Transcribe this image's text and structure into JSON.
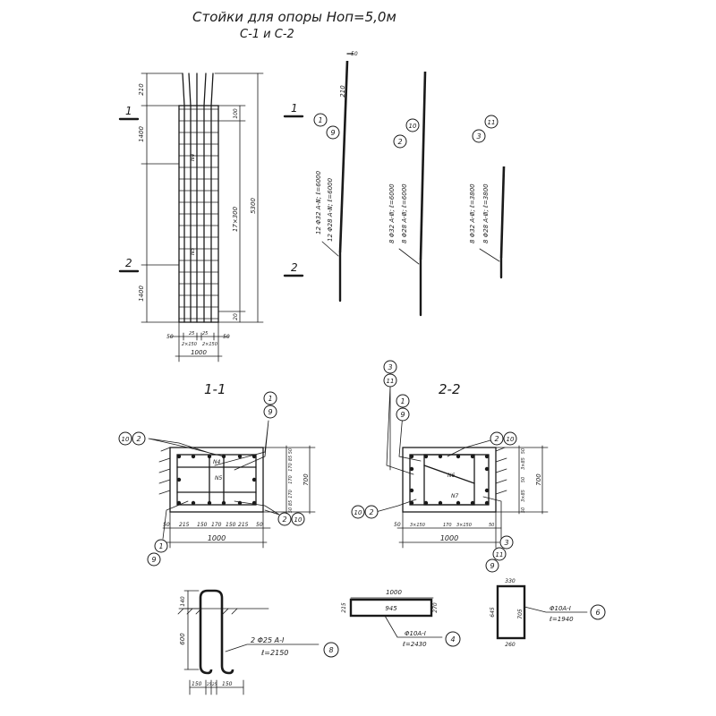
{
  "title": {
    "line1": "Стойки для опоры Hоп=5,0м",
    "line2": "С-1 и С-2"
  },
  "elevation": {
    "section_mark_1": "1",
    "section_mark_2": "2",
    "dim_top": "210",
    "dim_upper": "1400",
    "dim_lower": "1400",
    "dim_100_top": "100",
    "dim_total_inner": "17×300",
    "dim_total": "5300",
    "dim_bottom_20": "20",
    "bottom_dims": [
      "50",
      "25",
      "25",
      "50"
    ],
    "bottom_spacing": [
      "2×150",
      "2×150"
    ],
    "width": "1000",
    "mark_n4": "N4",
    "mark_n5": "N5"
  },
  "bar_schedules": [
    {
      "dim_top": "210",
      "dim_50": "50",
      "section_1": "1",
      "section_2": "2",
      "label_a": "12 Φ32 A-Ⅲ; ℓ=6000",
      "label_b": "12 Φ28 A-Ⅲ; ℓ=6000",
      "pos_a": "1",
      "pos_b": "9"
    },
    {
      "label_a": "8 Φ32 A-Ⅲ; ℓ=6000",
      "label_b": "8 Φ28 A-Ⅲ; ℓ=6000",
      "pos_a": "2",
      "pos_b": "10"
    },
    {
      "label_a": "8 Φ32 A-Ⅲ; ℓ=3800",
      "label_b": "8 Φ28 A-Ⅲ; ℓ=3800",
      "pos_a": "3",
      "pos_b": "11"
    }
  ],
  "section_1_1": {
    "title": "1-1",
    "marks_top_left": [
      "10",
      "2"
    ],
    "marks_top_right": [
      "1",
      "9"
    ],
    "marks_bottom_right": [
      "2",
      "10"
    ],
    "marks_bottom_left": [
      "9",
      "1"
    ],
    "n4": "N4",
    "n5": "N5",
    "right_dims": [
      "50",
      "85",
      "170",
      "170",
      "170",
      "85",
      "50"
    ],
    "right_total": "700",
    "bottom_dims": [
      "50",
      "215",
      "150",
      "170",
      "150",
      "215",
      "50"
    ],
    "width": "1000"
  },
  "section_2_2": {
    "title": "2-2",
    "marks_top_left": [
      "3",
      "11"
    ],
    "marks_top_left_2": [
      "1",
      "9"
    ],
    "marks_top_right": [
      "2",
      "10"
    ],
    "marks_left": [
      "10",
      "2"
    ],
    "marks_bottom_right": [
      "9",
      "11",
      "3"
    ],
    "n6": "N6",
    "n7": "N7",
    "right_dims": [
      "50",
      "3×85",
      "50",
      "3×85",
      "50"
    ],
    "right_total": "700",
    "bottom_dims": [
      "50",
      "3×150",
      "170",
      "3×150",
      "50"
    ],
    "width": "1000"
  },
  "details": {
    "hook": {
      "dim_140": "140",
      "dim_600": "600",
      "label_a": "2 Φ25 A-Ⅰ",
      "label_b": "ℓ=2150",
      "pos": "8",
      "bottom_dims": [
        "150",
        "25",
        "25",
        "150"
      ]
    },
    "bar4": {
      "length": "1000",
      "inner": "945",
      "h_left": "215",
      "h_right": "270",
      "label_a": "Φ10A-Ⅰ",
      "label_b": "ℓ=2430",
      "pos": "4"
    },
    "bar6": {
      "top": "330",
      "bottom": "260",
      "h_left": "645",
      "h_right": "705",
      "label_a": "Φ10A-Ⅰ",
      "label_b": "ℓ=1940",
      "pos": "6"
    }
  }
}
